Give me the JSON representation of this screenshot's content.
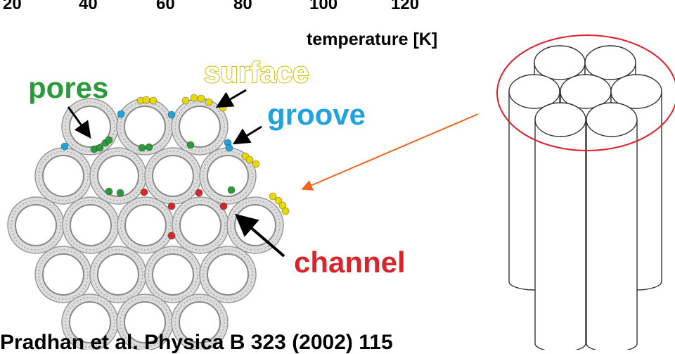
{
  "axis": {
    "ticks": [
      "20",
      "40",
      "60",
      "80",
      "100",
      "120"
    ],
    "xlabel": "temperature [K]"
  },
  "labels": {
    "pores": "pores",
    "surface": "surface",
    "groove": "groove",
    "channel": "channel"
  },
  "citation": "Pradhan et al. Physica B 323 (2002) 115",
  "colors": {
    "pores": "#2a9a3a",
    "surface": "#e8d800",
    "groove": "#1ea3dd",
    "channel": "#d7262b",
    "connector_arrow": "#f2651f",
    "highlight_circle": "#e0202a"
  }
}
